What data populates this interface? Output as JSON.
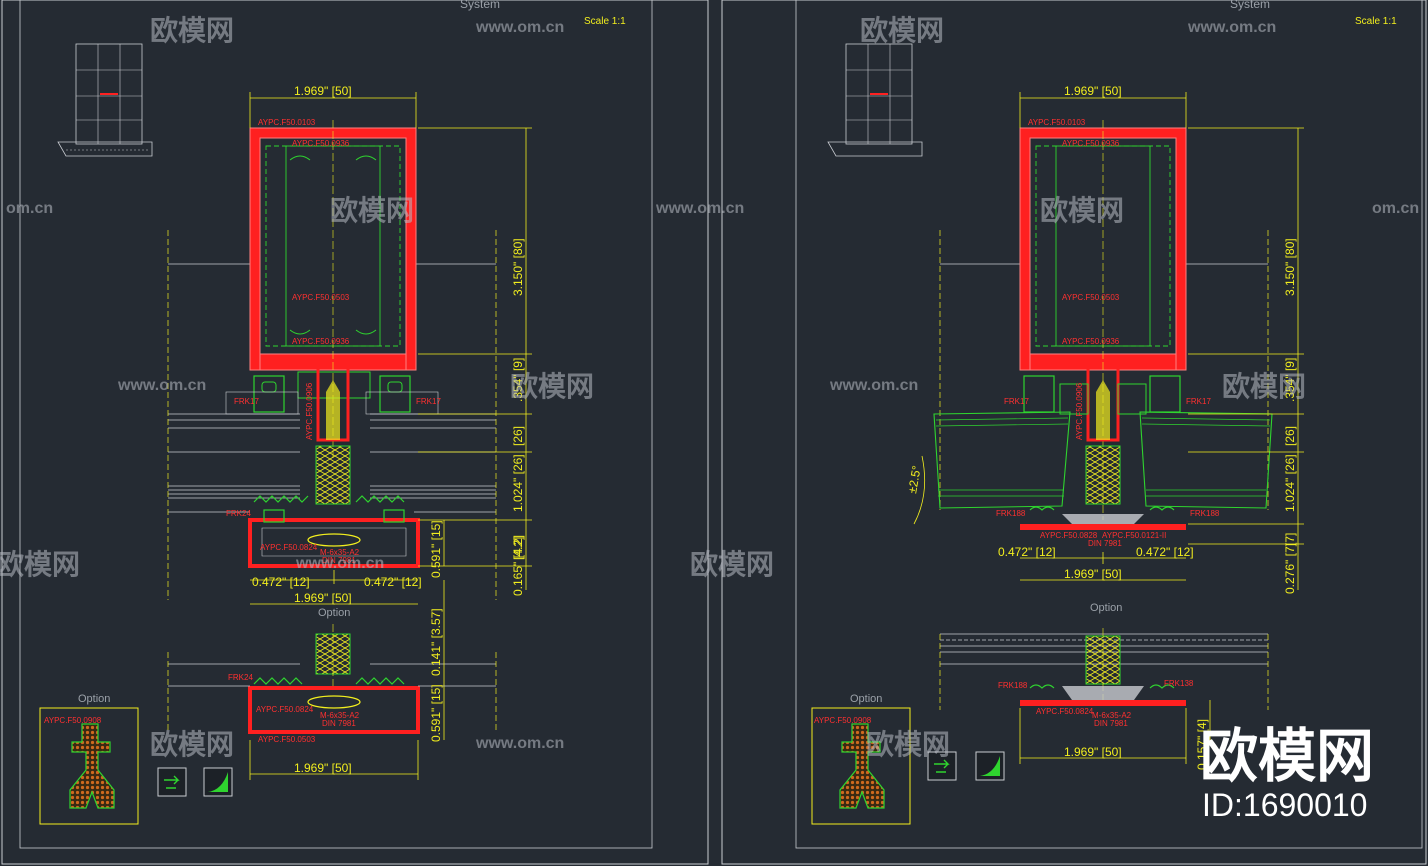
{
  "colors": {
    "background": "#252b33",
    "frame": "#c9ccd1",
    "dimension": "#f2ee1e",
    "profile": "#ff2020",
    "gasket": "#2fd42f",
    "label": "#ff3030",
    "watermark": "#b7bcc4"
  },
  "panels": [
    {
      "title": "System",
      "scale": "Scale 1:1",
      "dims": {
        "top_width": "1.969\" [50]",
        "height_main": "3.150\" [80]",
        "height_9": ".354\" [9]",
        "height_26": "[26]",
        "height_1024": "1.024\" [26]",
        "height_42": "[4.2]",
        "height_165": "0.165\" [4.2]",
        "height_591": "0.591\" [15]",
        "left_width": "0.472\" [12]",
        "right_width": "0.472\" [12]",
        "bottom_width": "1.969\" [50]",
        "option_height_141": "0.141\" [3.57]",
        "option_height_591": "0.591\" [15]",
        "option_bottom_width": "1.969\" [50]"
      },
      "labels": {
        "profile_top": "AYPC.F50.0103",
        "gasket_top": "AYPC.F50.0936",
        "profile_mid": "AYPC.F50.0503",
        "gasket_bot": "AYPC.F50.0936",
        "gasket_left": "FRK17",
        "gasket_right": "FRK17",
        "mullion": "AYPC.F50.0906",
        "cap_left": "FRK24",
        "cap_profile": "AYPC.F50.0824",
        "screw": "M-6x35-A2",
        "screw_std": "DIN 7981",
        "option_cap_left": "FRK24",
        "option_profile": "AYPC.F50.0824",
        "option_screw": "M-6x35-A2",
        "option_screw_std": "DIN 7981",
        "option_profile_bottom": "AYPC.F50.0503",
        "option_box_profile": "AYPC.F50.0908"
      },
      "option_center": "Option",
      "option_left": "Option"
    },
    {
      "title": "System",
      "scale": "Scale 1:1",
      "dims": {
        "top_width": "1.969\" [50]",
        "height_main": "3.150\" [80]",
        "height_9": ".354\" [9]",
        "height_26": "[26]",
        "height_1024": "1.024\" [26]",
        "height_7": "[7]",
        "height_276": "0.276\" [7]",
        "left_width": "0.472\" [12]",
        "right_width": "0.472\" [12]",
        "bottom_width": "1.969\" [50]",
        "angle": "±2.5°",
        "option_height_157": "0.157\" [4]",
        "option_bottom_width": "1.969\" [50]"
      },
      "labels": {
        "profile_top": "AYPC.F50.0103",
        "gasket_top": "AYPC.F50.0936",
        "profile_mid": "AYPC.F50.0503",
        "gasket_bot": "AYPC.F50.0936",
        "gasket_left": "FRK17",
        "gasket_right": "FRK17",
        "mullion": "AYPC.F50.0906",
        "cap_left": "FRK188",
        "cap_right": "FRK188",
        "cap_profile": "AYPC.F50.0828",
        "cap_profile2": "AYPC.F50.0121-II",
        "screw_std": "DIN 7981",
        "option_cap_left": "FRK188",
        "option_cap_right": "FRK138",
        "option_profile": "AYPC.F50.0824",
        "option_screw": "M-6x35-A2",
        "option_screw_std": "DIN 7981",
        "option_box_profile": "AYPC.F50.0908"
      },
      "option_center": "Option",
      "option_left": "Option"
    }
  ],
  "watermark": {
    "brand_cn": "欧模网",
    "url": "www.om.cn",
    "url_short": "om.cn",
    "big_brand": "欧模网",
    "id_text": "ID:1690010"
  }
}
